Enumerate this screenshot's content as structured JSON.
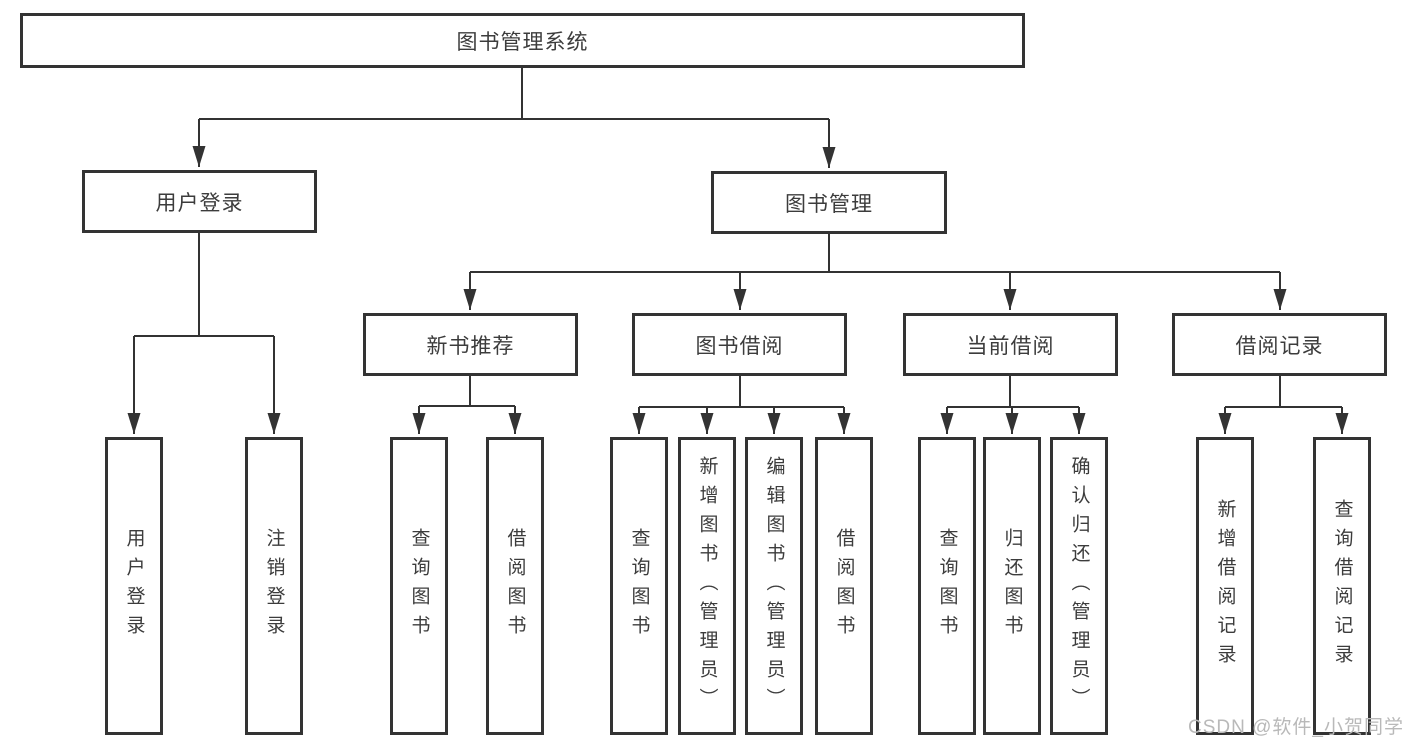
{
  "diagram": {
    "title": "图书管理系统",
    "watermark": "CSDN @软件_小贺同学",
    "colors": {
      "line": "#333333",
      "text": "#3c3c3c",
      "box_bg": "#ffffff",
      "watermark": "#b9b9b9"
    },
    "level2": {
      "user_login": "用户登录",
      "book_mgmt": "图书管理"
    },
    "level3": {
      "new_book_rec": "新书推荐",
      "book_borrow": "图书借阅",
      "current_borrow": "当前借阅",
      "borrow_records": "借阅记录"
    },
    "leaves": {
      "user_login": [
        "用户登录",
        "注销登录"
      ],
      "new_book_rec": [
        "查询图书",
        "借阅图书"
      ],
      "book_borrow": [
        "查询图书",
        "新增图书（管理员）",
        "编辑图书（管理员）",
        "借阅图书"
      ],
      "current_borrow": [
        "查询图书",
        "归还图书",
        "确认归还（管理员）"
      ],
      "borrow_records": [
        "新增借阅记录",
        "查询借阅记录"
      ]
    }
  }
}
